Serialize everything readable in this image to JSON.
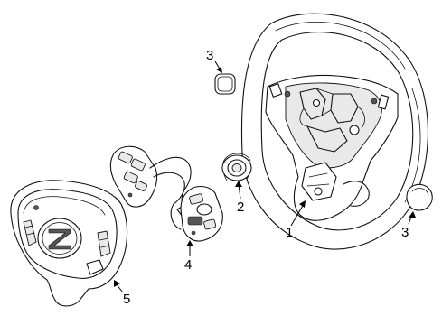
{
  "callouts": [
    {
      "id": "c1",
      "label": "1",
      "part": "steering-wheel"
    },
    {
      "id": "c2",
      "label": "2",
      "part": "horn-nut"
    },
    {
      "id": "c3a",
      "label": "3",
      "part": "trim-cover-left"
    },
    {
      "id": "c3b",
      "label": "3",
      "part": "trim-cover-right"
    },
    {
      "id": "c4",
      "label": "4",
      "part": "switch-assembly"
    },
    {
      "id": "c5",
      "label": "5",
      "part": "airbag-module"
    }
  ],
  "colors": {
    "line": "#111111",
    "background": "#ffffff"
  }
}
